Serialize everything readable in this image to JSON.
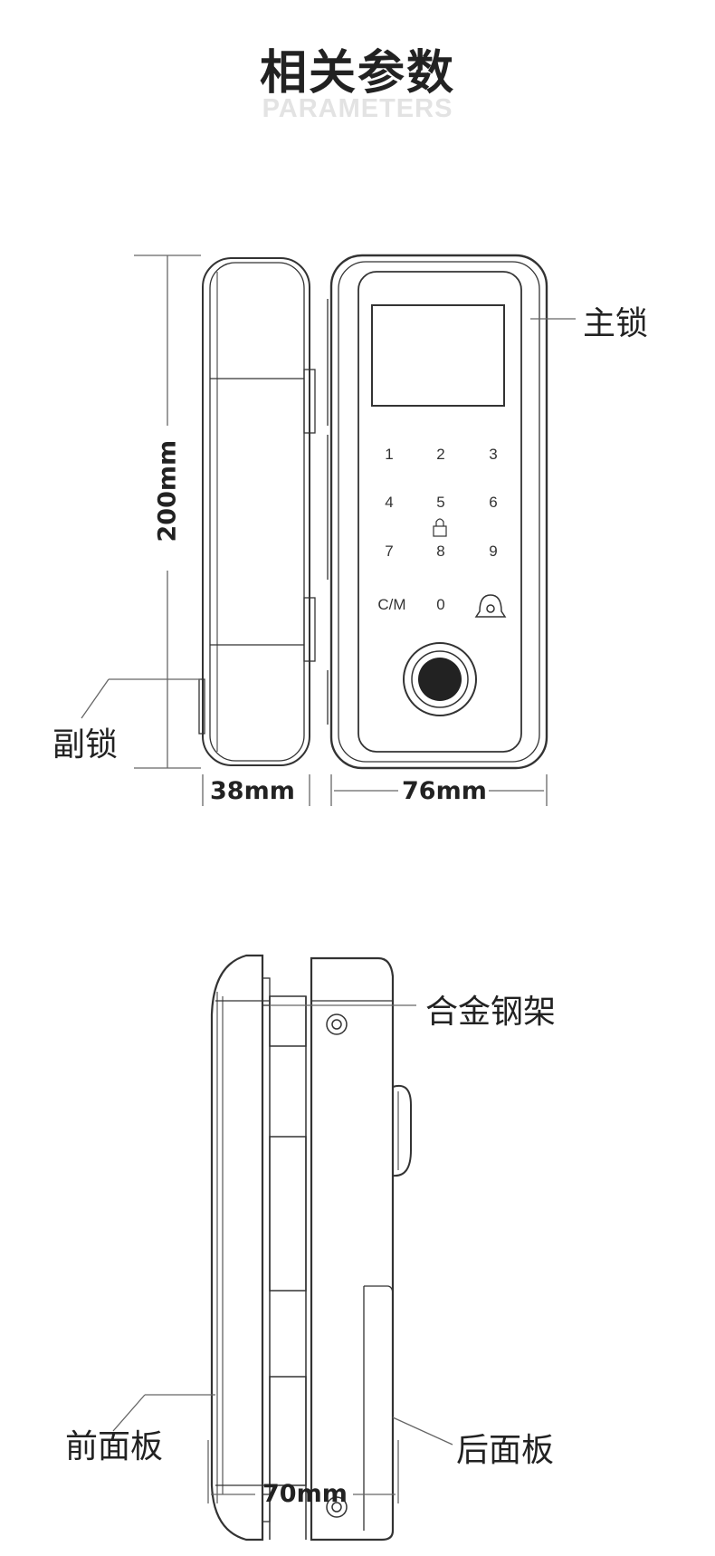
{
  "header": {
    "title": "相关参数",
    "subtitle": "PARAMETERS"
  },
  "front_view": {
    "height_dim": "200mm",
    "secondary_width_dim": "38mm",
    "main_width_dim": "76mm",
    "main_lock_label": "主锁",
    "secondary_lock_label": "副锁",
    "keypad": [
      "1",
      "2",
      "3",
      "4",
      "5",
      "6",
      "7",
      "8",
      "9",
      "C/M",
      "0"
    ]
  },
  "side_view": {
    "alloy_frame_label": "合金钢架",
    "front_panel_label": "前面板",
    "rear_panel_label": "后面板",
    "depth_dim": "70mm"
  }
}
